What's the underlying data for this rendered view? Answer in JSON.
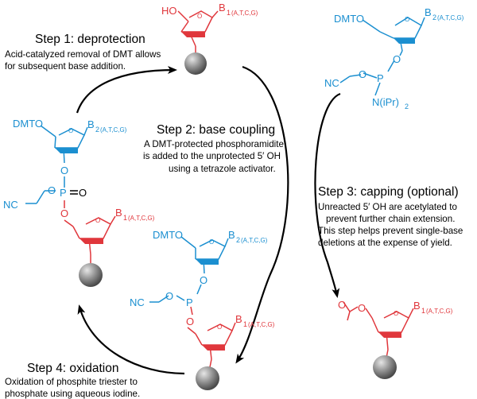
{
  "colors": {
    "blue": "#1b8fd0",
    "red": "#e0373c",
    "black": "#000000",
    "bead": "#8a8a8a"
  },
  "steps": [
    {
      "title": "Step 1: deprotection",
      "lines": [
        "Acid-catalyzed removal of DMT allows",
        "for subsequent base addition."
      ]
    },
    {
      "title": "Step 2: base coupling",
      "lines": [
        "A DMT-protected phosphoramidite",
        "is added to the unprotected 5′ OH",
        "using a tetrazole activator."
      ]
    },
    {
      "title": "Step 3: capping (optional)",
      "lines": [
        "Unreacted 5′ OH are acetylated to",
        "prevent further chain extension.",
        "This step helps prevent single-base",
        "deletions at the expense of yield."
      ]
    },
    {
      "title": "Step 4: oxidation",
      "lines": [
        "Oxidation of phosphite triester to",
        "phosphate using aqueous iodine."
      ]
    }
  ],
  "labels": {
    "ho": "HO",
    "dmto": "DMTO",
    "b": "B",
    "n1": "1",
    "n2": "2",
    "bases": "(A,T,C,G)",
    "o": "O",
    "p": "P",
    "nc": "NC",
    "nipr": "N(iPr)",
    "nipr_sub": "2"
  }
}
